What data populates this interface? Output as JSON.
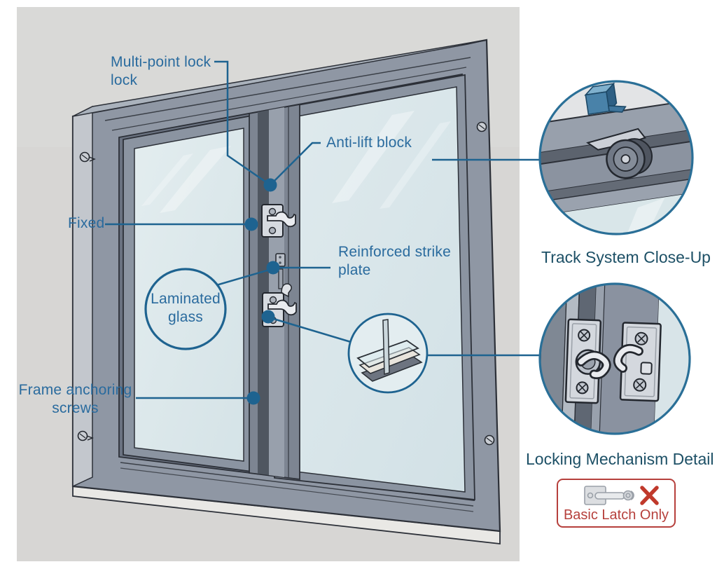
{
  "diagram": {
    "labels": {
      "multi_point": "Multi-point lock lock",
      "anti_lift": "Anti-lift block",
      "fixed": "Fixed",
      "strike_plate": "Reinforced strike plate",
      "laminated": "Laminated glass",
      "anchoring": "Frame anchoring screws"
    },
    "insets": {
      "track": {
        "caption": "Track System Close-Up"
      },
      "locking": {
        "caption": "Locking Mechanism Detail"
      }
    },
    "warning": {
      "text": "Basic Latch Only"
    }
  },
  "icons": {
    "anti_lift_block": "blue-block-icon",
    "roller": "roller-wheel-icon",
    "latch": "basic-latch-icon",
    "cross": "✕",
    "screw": "screw-icon"
  },
  "colors": {
    "annotation_blue": "#1e6390",
    "label_blue": "#2a6b9e",
    "caption_teal": "#1d5066",
    "warning_red": "#b6403c",
    "wall_gray": "#d7d6d4",
    "frame_gray": "#8f97a4",
    "glass_blue": "#dce8ec",
    "block_blue": "#4982a9"
  }
}
